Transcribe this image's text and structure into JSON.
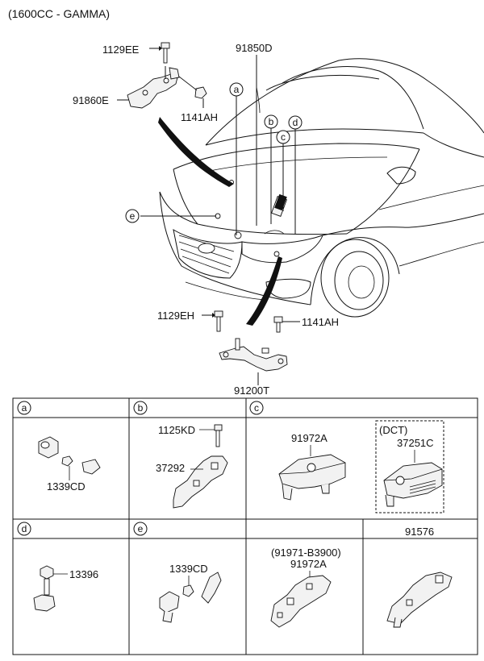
{
  "header": {
    "engine_note": "(1600CC - GAMMA)"
  },
  "main_labels": {
    "l_1129EE": "1129EE",
    "l_91860E": "91860E",
    "l_1141AH_top": "1141AH",
    "l_91850D": "91850D",
    "l_1129EH": "1129EH",
    "l_1141AH_bottom": "1141AH",
    "l_91200T": "91200T"
  },
  "callouts": {
    "a": "a",
    "b": "b",
    "c": "c",
    "d": "d",
    "e": "e"
  },
  "detail_cells": {
    "a": {
      "header": "a",
      "parts": {
        "p1": "1339CD"
      }
    },
    "b": {
      "header": "b",
      "parts": {
        "p1": "1125KD",
        "p2": "37292"
      }
    },
    "c": {
      "header": "c",
      "parts": {
        "p1": "91972A",
        "dct_note": "(DCT)",
        "p2": "37251C"
      }
    },
    "d": {
      "header": "d",
      "parts": {
        "p1": "13396"
      }
    },
    "e": {
      "header": "e",
      "parts": {
        "p1": "1339CD"
      }
    },
    "f": {
      "parts": {
        "p1": "(91971-B3900)",
        "p2": "91972A"
      }
    },
    "g": {
      "header_text": "91576"
    }
  }
}
